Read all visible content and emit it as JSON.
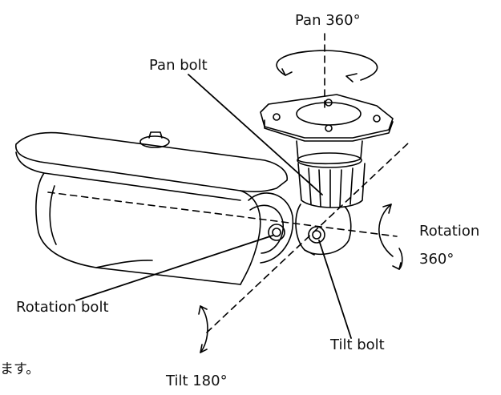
{
  "labels": {
    "pan_360": "Pan 360°",
    "pan_bolt": "Pan bolt",
    "rotation_line1": "Rotation",
    "rotation_line2": "360°",
    "rotation_bolt": "Rotation bolt",
    "tilt_bolt": "Tilt bolt",
    "tilt_180": "Tilt 180°",
    "fragment_text": "ます。"
  },
  "colors": {
    "line": "#000000",
    "background": "#ffffff"
  }
}
